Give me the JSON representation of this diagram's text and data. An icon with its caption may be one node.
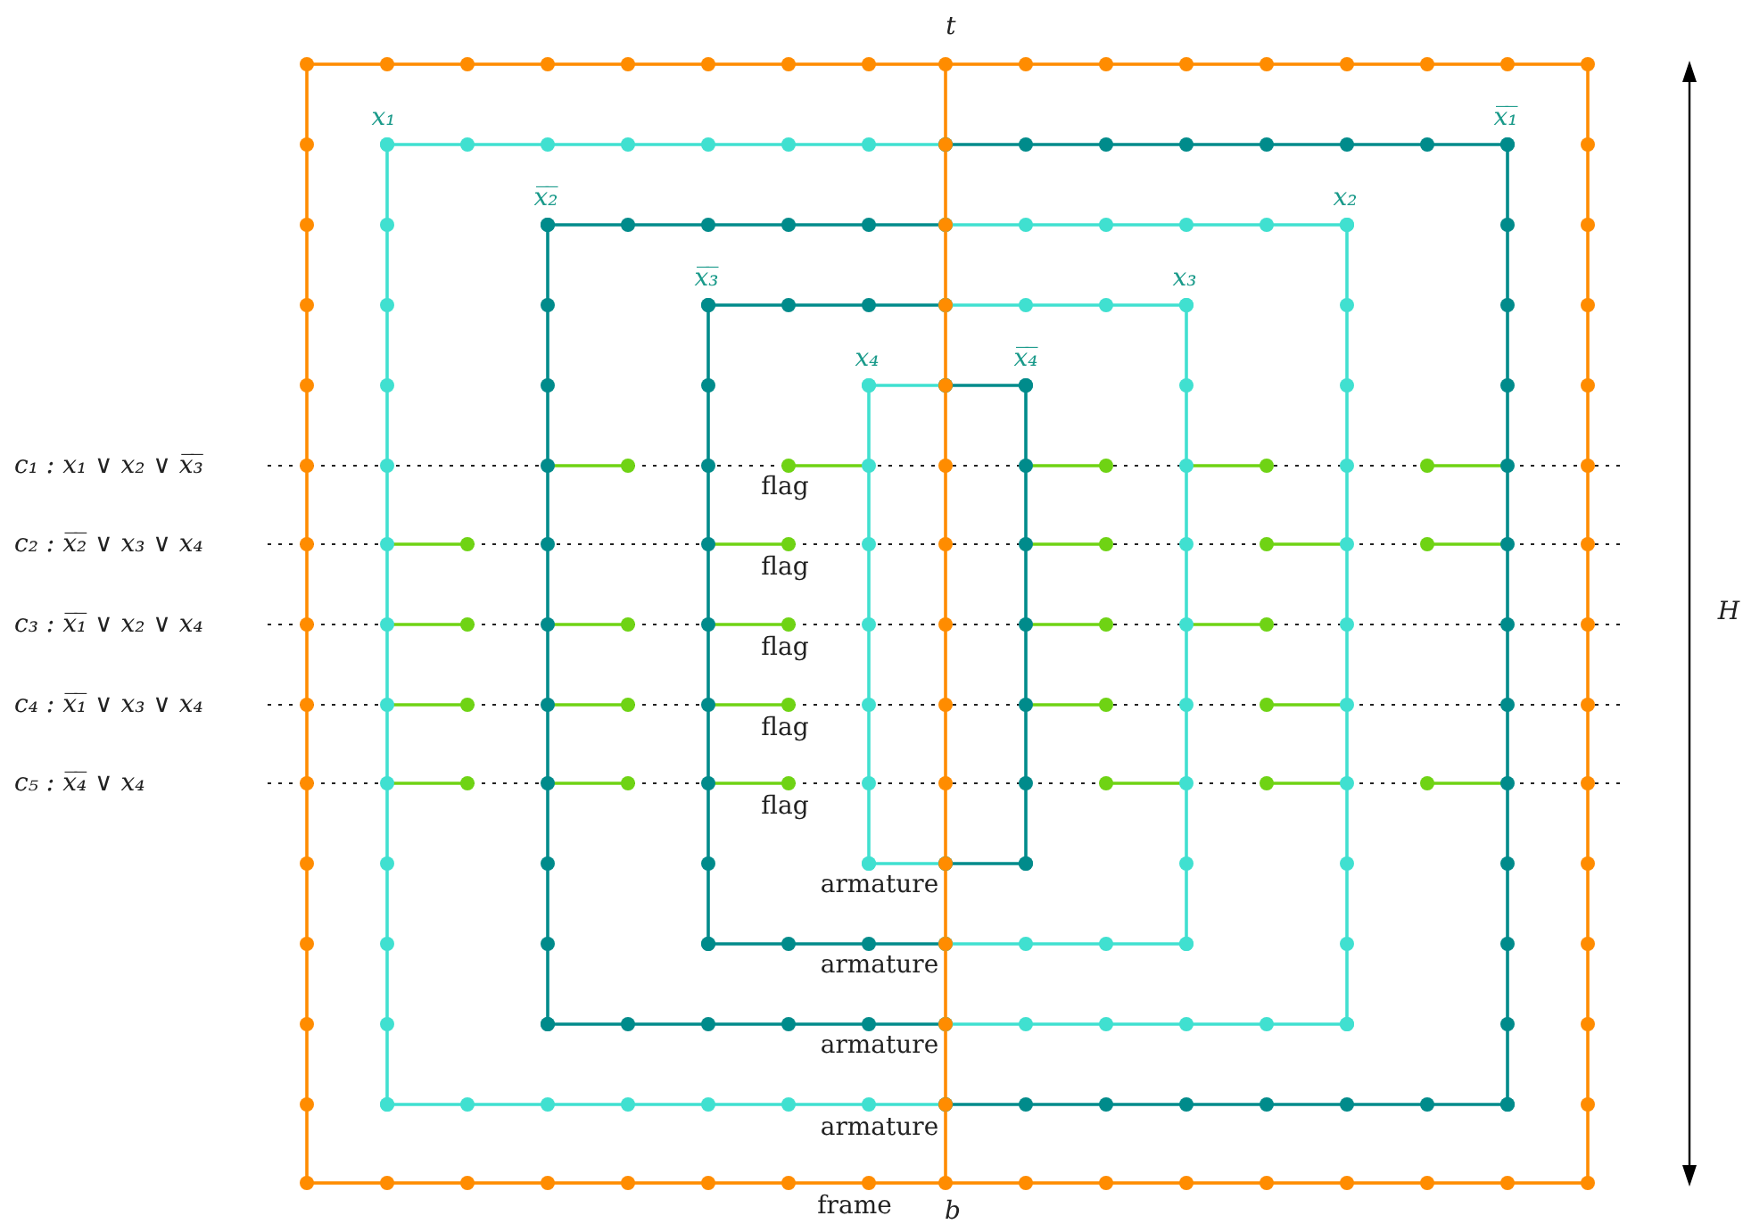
{
  "diagram": {
    "labels": [
      "t",
      "x₁",
      "x̅₁̅",
      "x̅₂̅",
      "x₂",
      "x̅₃̅",
      "x₃",
      "x₄",
      "x̅₄̅",
      "c₁ : x₁ ∨ x₂ ∨ x̅₃̅",
      "flag",
      "c₂ : x̅₂̅ ∨ x₃ ∨ x₄",
      "flag",
      "c₃ : x̅₁̅ ∨ x₂ ∨ x₄",
      "flag",
      "c₄ : x̅₁̅ ∨ x₃ ∨ x₄",
      "flag",
      "c₅ : x̅₄̅ ∨ x₄",
      "flag",
      "H",
      "armature",
      "armature",
      "armature",
      "armature",
      "frame",
      "b"
    ]
  }
}
